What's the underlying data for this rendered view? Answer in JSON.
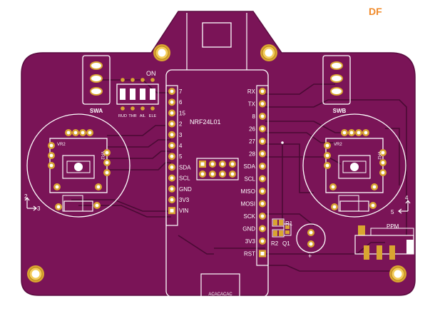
{
  "board": {
    "corner_tag": "DF",
    "colors": {
      "corner_tag": "#f08a2a",
      "board_fill": "#7a1457",
      "board_edge": "#5a0c40",
      "silkscreen": "#ffffff",
      "trace": "#4a0a34",
      "pad_gold": "#d9a531",
      "pad_inner": "#f3cc5a",
      "hole": "#ffffff"
    }
  },
  "module": {
    "name": "NRF24L01",
    "left_pins": [
      "7",
      "6",
      "15",
      "2",
      "3",
      "4",
      "5",
      "SDA",
      "SCL",
      "GND",
      "3V3",
      "VIN"
    ],
    "right_pins": [
      "RX",
      "TX",
      "8",
      "26",
      "27",
      "28",
      "SDA",
      "SCL",
      "MISO",
      "MOSI",
      "SCK",
      "GND",
      "3V3",
      "RST"
    ],
    "bottom_text": "ACACACAC"
  },
  "switches": {
    "swa": "SWA",
    "swb": "SWB",
    "dip_label": "ON",
    "dip_channels": [
      "RUD",
      "THR",
      "AIL",
      "ELE"
    ]
  },
  "joysticks": {
    "left": {
      "label": "VR2",
      "axis_a": "2",
      "axis_b": "3"
    },
    "right": {
      "label": "VR2",
      "axis_a": "4",
      "axis_b": "5"
    }
  },
  "components": {
    "r1": "R1",
    "r2": "R2",
    "q1": "Q1",
    "buzzer_plus": "+",
    "ppm": "PPM"
  }
}
